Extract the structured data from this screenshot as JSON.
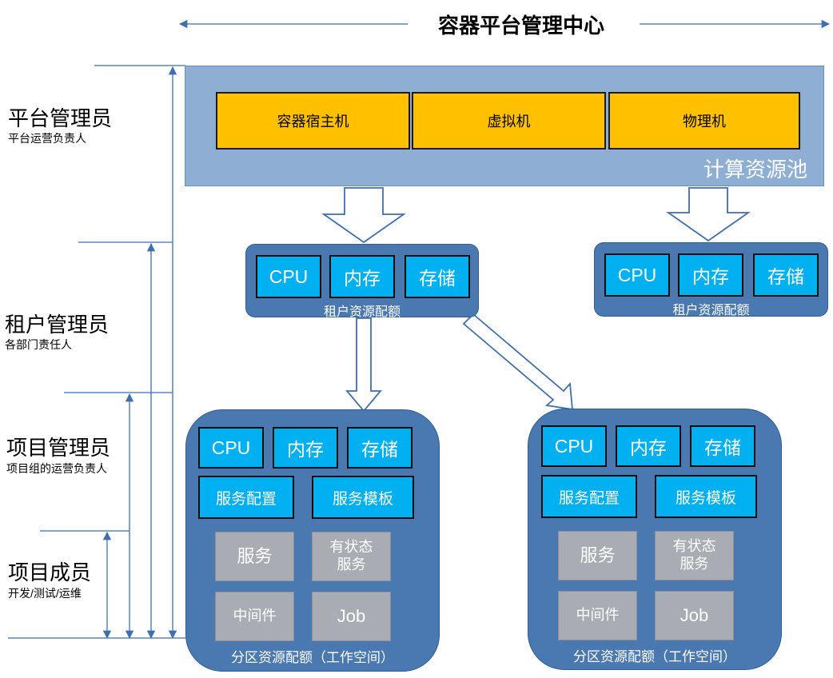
{
  "header": {
    "title": "容器平台管理中心"
  },
  "roles": [
    {
      "title": "平台管理员",
      "subtitle": "平台运营负责人"
    },
    {
      "title": "租户管理员",
      "subtitle": "各部门责任人"
    },
    {
      "title": "项目管理员",
      "subtitle": "项目组的运营负责人"
    },
    {
      "title": "项目成员",
      "subtitle": "开发/测试/运维"
    }
  ],
  "compute_pool": {
    "label": "计算资源池",
    "items": [
      "容器宿主机",
      "虚拟机",
      "物理机"
    ]
  },
  "tenant_quotas": [
    {
      "label": "租户资源配额",
      "items": [
        "CPU",
        "内存",
        "存储"
      ]
    },
    {
      "label": "租户资源配额",
      "items": [
        "CPU",
        "内存",
        "存储"
      ]
    }
  ],
  "partitions": [
    {
      "label": "分区资源配额（工作空间）",
      "resources": [
        "CPU",
        "内存",
        "存储"
      ],
      "configs": [
        "服务配置",
        "服务模板"
      ],
      "workloads": [
        "服务",
        "有状态\n服务",
        "中间件",
        "Job"
      ]
    },
    {
      "label": "分区资源配额（工作空间）",
      "resources": [
        "CPU",
        "内存",
        "存储"
      ],
      "configs": [
        "服务配置",
        "服务模板"
      ],
      "workloads": [
        "服务",
        "有状态\n服务",
        "中间件",
        "Job"
      ]
    }
  ],
  "colors": {
    "pool_bg": "#8eaed3",
    "host_box": "#ffc000",
    "quota_bg": "#4a78b0",
    "resource_box": "#00b0f0",
    "workload_box": "#a9acb2",
    "connector_line": "#3f6fb0"
  }
}
